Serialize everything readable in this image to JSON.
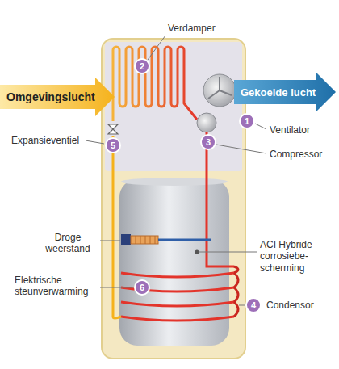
{
  "diagram": {
    "nodes": [
      {
        "text": [
          "Omgevingslucht"
        ]
      },
      {
        "text": [
          "Gekoelde lucht"
        ]
      },
      {
        "text": [
          "2"
        ]
      },
      {
        "text": [
          "1"
        ]
      },
      {
        "text": [
          "3"
        ]
      },
      {
        "text": [
          "5"
        ]
      },
      {
        "text": [
          "6"
        ]
      },
      {
        "text": [
          "4"
        ]
      }
    ],
    "labels": [
      "Verdamper",
      "Ventilator",
      "Expansieventiel",
      "Compressor",
      "Droge weerstand",
      "ACI Hybride corrosiebe- scherming",
      "Elektrische steunverwarming",
      "Condensor"
    ]
  }
}
